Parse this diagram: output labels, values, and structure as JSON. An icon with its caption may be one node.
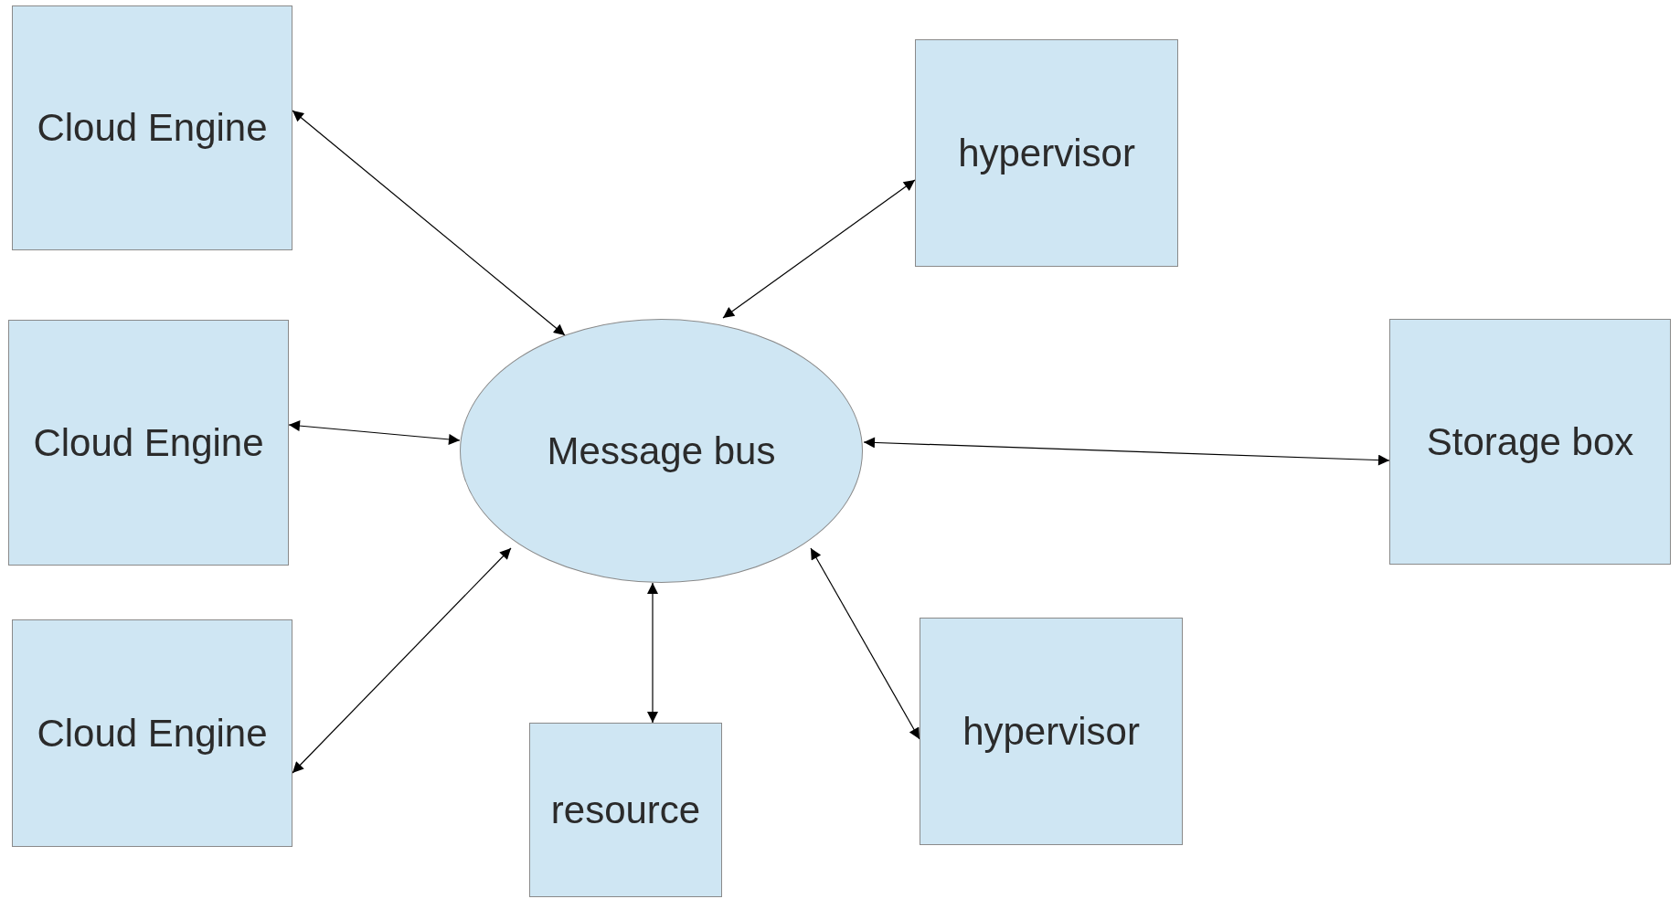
{
  "diagram": {
    "nodes": [
      {
        "text": [
          "Cloud Engine"
        ]
      },
      {
        "text": [
          "hypervisor"
        ]
      },
      {
        "text": [
          "Cloud Engine"
        ]
      },
      {
        "text": [
          "Message bus"
        ]
      },
      {
        "text": [
          "Storage box"
        ]
      },
      {
        "text": [
          "Cloud Engine"
        ]
      },
      {
        "text": [
          "resource"
        ]
      },
      {
        "text": [
          "hypervisor"
        ]
      }
    ],
    "edges": [
      {
        "from": 0,
        "to": 3,
        "arrow": "both"
      },
      {
        "from": 3,
        "to": 1,
        "arrow": "both"
      },
      {
        "from": 2,
        "to": 3,
        "arrow": "both"
      },
      {
        "from": 3,
        "to": 4,
        "arrow": "both"
      },
      {
        "from": 5,
        "to": 3,
        "arrow": "both"
      },
      {
        "from": 3,
        "to": 6,
        "arrow": "both"
      },
      {
        "from": 3,
        "to": 7,
        "arrow": "both"
      }
    ]
  }
}
